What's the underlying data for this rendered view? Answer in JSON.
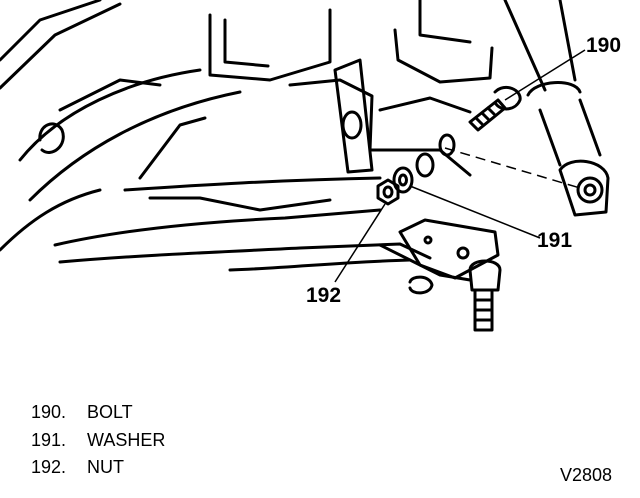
{
  "callouts": {
    "bolt": "190",
    "washer": "191",
    "nut": "192"
  },
  "legend": [
    {
      "number": "190.",
      "label": "BOLT"
    },
    {
      "number": "191.",
      "label": "WASHER"
    },
    {
      "number": "192.",
      "label": "NUT"
    }
  ],
  "figure_id": "V2808",
  "colors": {
    "ink": "#000000",
    "paper": "#ffffff"
  }
}
